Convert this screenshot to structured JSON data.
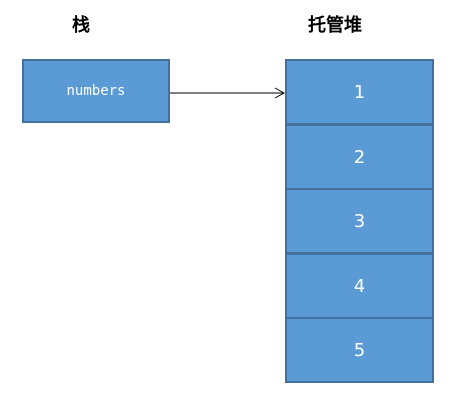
{
  "stack": {
    "title": "栈",
    "variable": "numbers"
  },
  "heap": {
    "title": "托管堆",
    "cells": [
      "1",
      "2",
      "3",
      "4",
      "5"
    ]
  },
  "colors": {
    "cell_fill": "#5b9bd5",
    "cell_border": "#41719c",
    "arrow": "#000000"
  }
}
